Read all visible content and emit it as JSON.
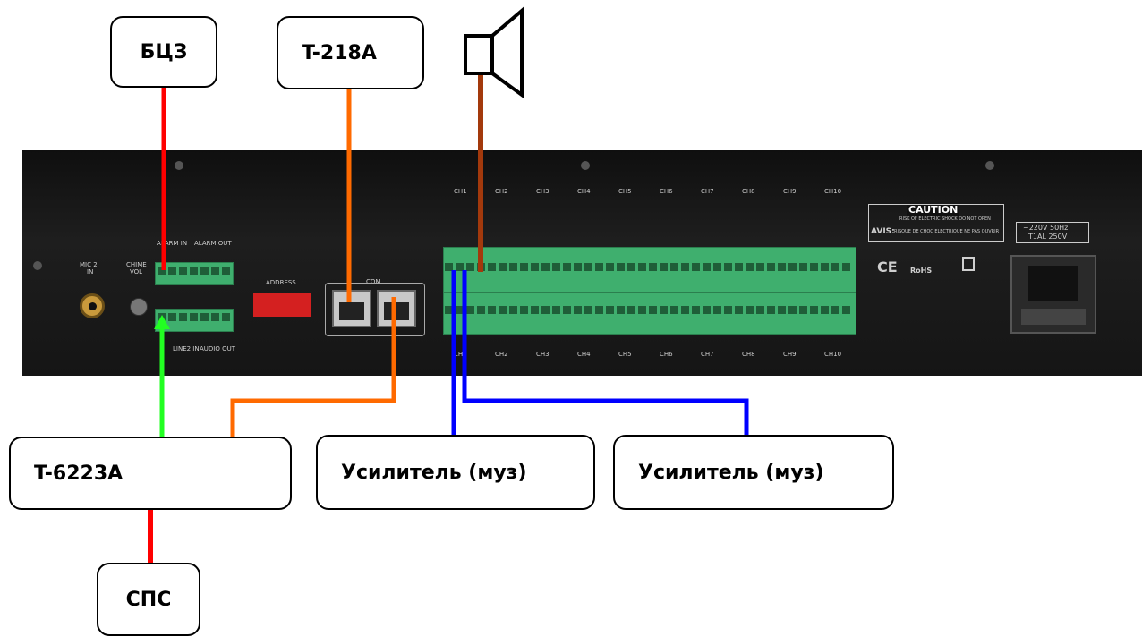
{
  "labels": {
    "bcz": "БЦЗ",
    "t218a": "T-218A",
    "t6223a": "T-6223A",
    "amp1": "Усилитель (муз)",
    "amp2": "Усилитель (муз)",
    "sps": "СПС"
  },
  "panel": {
    "mic2": "MIC 2",
    "mic2_in": "IN",
    "chime": "CHIME",
    "chime_vol": "VOL",
    "alarm_in": "ALARM IN",
    "alarm_out": "ALARM OUT",
    "address": "ADDRESS",
    "com": "COM",
    "line2_in": "LINE2 IN",
    "audio_out": "AUDIO OUT",
    "caution": "CAUTION",
    "caution_sub": "RISK OF ELECTRIC SHOCK DO NOT OPEN",
    "avis": "AVIS:",
    "avis_sub": "RISQUE DE CHOC ELECTRIQUE NE PAS OUVRIR",
    "ce": "CE",
    "rohs": "RoHS",
    "power": "~220V 50Hz",
    "fuse": "T1AL 250V",
    "channels": [
      "CH1",
      "CH2",
      "CH3",
      "CH4",
      "CH5",
      "CH6",
      "CH7",
      "CH8",
      "CH9",
      "CH10"
    ]
  },
  "colors": {
    "alarm_wire": "#ff0000",
    "com_wire": "#ff6a00",
    "speaker_wire": "#a3390c",
    "music_wire": "#0000ff",
    "trigger_wire": "#22ff22"
  }
}
